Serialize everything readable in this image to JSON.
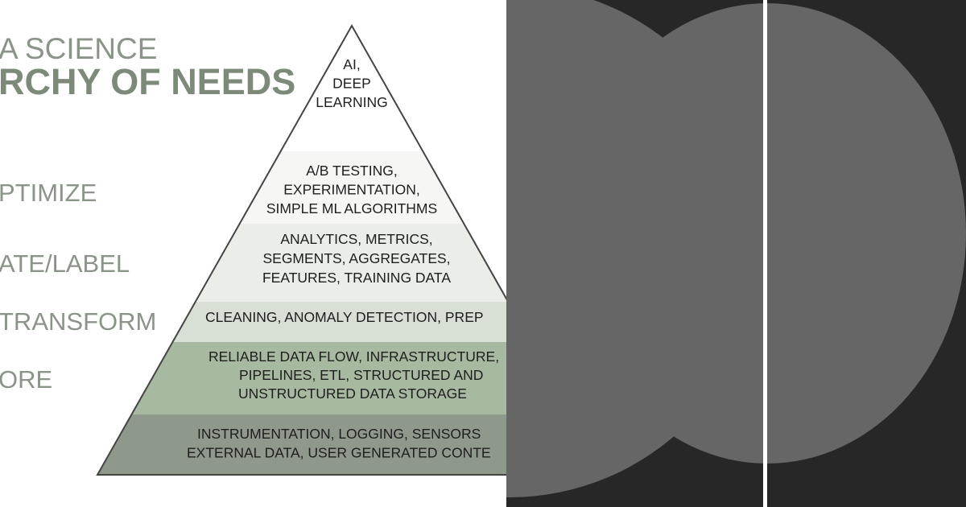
{
  "title": {
    "line1": "A SCIENCE",
    "line2": "RCHY OF NEEDS"
  },
  "side_labels": [
    "PTIMIZE",
    "ATE/LABEL",
    "TRANSFORM",
    "ORE"
  ],
  "pyramid": {
    "levels": [
      {
        "lines": [
          "AI,",
          "DEEP",
          "LEARNING"
        ],
        "color": "#ffffff"
      },
      {
        "lines": [
          "A/B TESTING,",
          "EXPERIMENTATION,",
          "SIMPLE ML ALGORITHMS"
        ],
        "color": "#f6f7f5"
      },
      {
        "lines": [
          "ANALYTICS, METRICS,",
          "SEGMENTS, AGGREGATES,",
          "FEATURES, TRAINING DATA"
        ],
        "color": "#eaede8"
      },
      {
        "lines": [
          "CLEANING, ANOMALY DETECTION, PREP"
        ],
        "color": "#d8dfd4"
      },
      {
        "lines": [
          "RELIABLE DATA FLOW, INFRASTRUCTURE,",
          "PIPELINES, ETL, STRUCTURED AND",
          "UNSTRUCTURED DATA STORAGE"
        ],
        "color": "#a8b9a1"
      },
      {
        "lines": [
          "INSTRUMENTATION, LOGGING, SENSORS",
          "EXTERNAL DATA, USER GENERATED CONTE"
        ],
        "color": "#8e988b"
      }
    ]
  },
  "colors": {
    "panel_bg": "#272727",
    "circle": "#666666",
    "title": "#8a9488"
  }
}
